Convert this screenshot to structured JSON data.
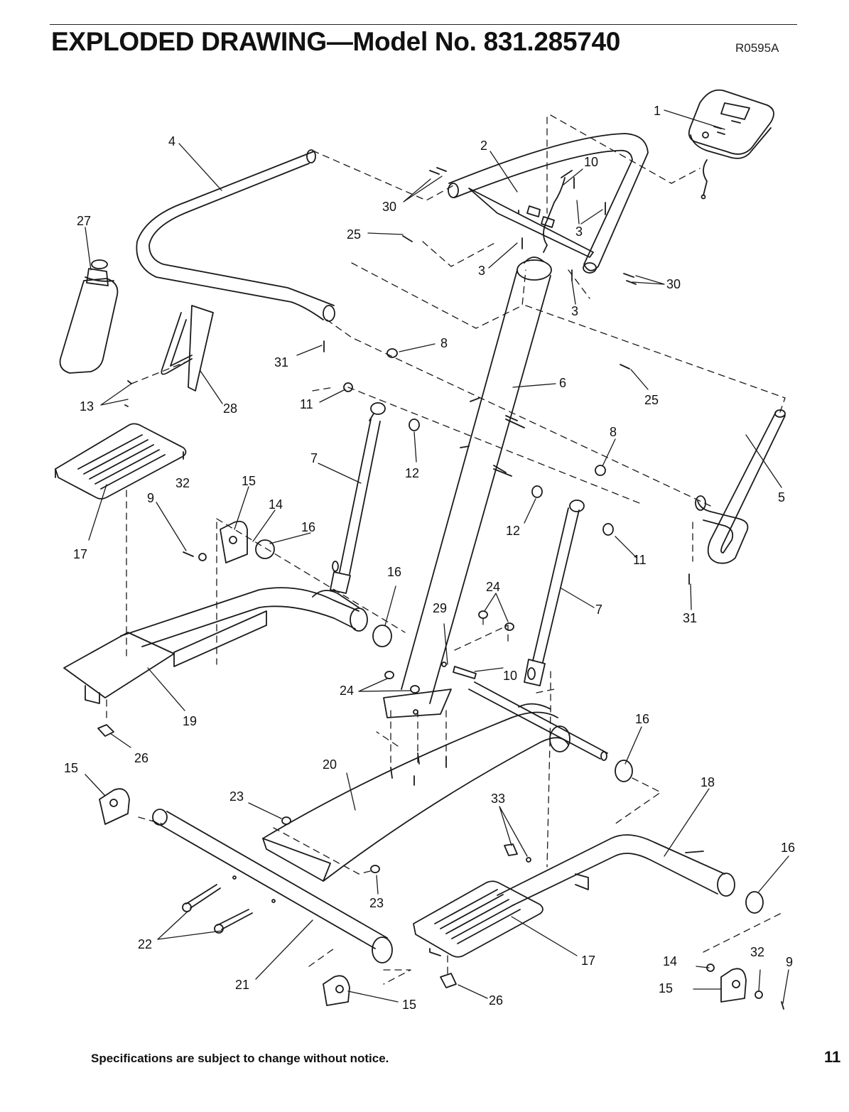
{
  "header": {
    "title": "EXPLODED DRAWING—Model No. 831.285740",
    "doc_code": "R0595A"
  },
  "footer": {
    "note": "Specifications are subject to change without notice.",
    "page_number": "11"
  },
  "callouts": [
    "1",
    "2",
    "3",
    "3",
    "3",
    "4",
    "5",
    "6",
    "7",
    "7",
    "8",
    "8",
    "9",
    "9",
    "10",
    "10",
    "11",
    "11",
    "12",
    "12",
    "13",
    "14",
    "14",
    "15",
    "15",
    "15",
    "15",
    "16",
    "16",
    "16",
    "16",
    "17",
    "17",
    "18",
    "19",
    "20",
    "21",
    "22",
    "23",
    "23",
    "24",
    "24",
    "25",
    "25",
    "26",
    "26",
    "27",
    "28",
    "29",
    "30",
    "30",
    "31",
    "31",
    "32",
    "32",
    "33"
  ]
}
